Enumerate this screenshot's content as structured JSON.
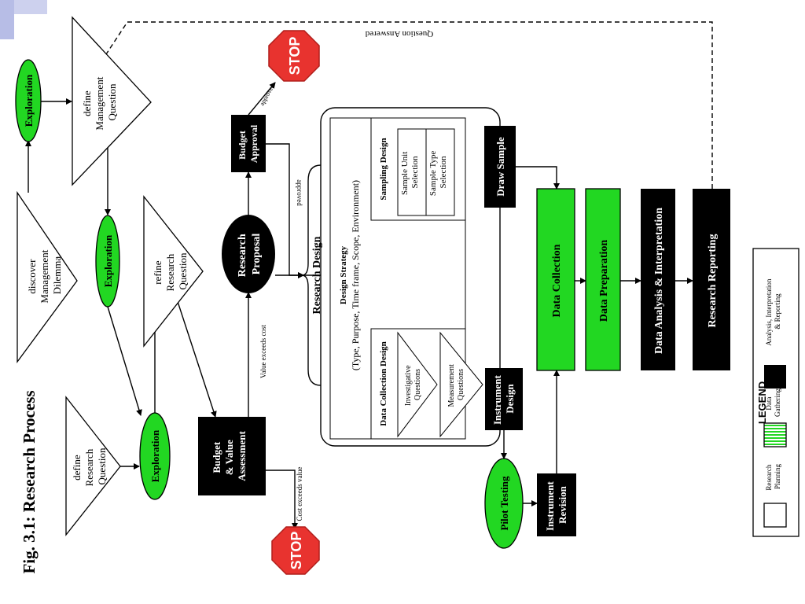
{
  "title": "Fig. 3.1: Research Process",
  "colors": {
    "green": "#22d722",
    "black": "#000000",
    "stop": "#e8332f",
    "deco": "#b7bde6",
    "white": "#ffffff"
  },
  "nodes": {
    "discover_dilemma": [
      "discover",
      "Management",
      "Dilemma"
    ],
    "define_mgmt": [
      "define",
      "Management",
      "Question"
    ],
    "define_research": [
      "define",
      "Research",
      "Question"
    ],
    "refine_research": [
      "refine",
      "Research",
      "Question"
    ],
    "exploration": "Exploration",
    "research_proposal": [
      "Research",
      "Proposal"
    ],
    "budget_approval": [
      "Budget",
      "Approval"
    ],
    "budget_value": [
      "Budget",
      "& Value",
      "Assessment"
    ],
    "stop": "STOP",
    "research_design": "Research Design",
    "design_strategy": "Design Strategy",
    "design_strategy_sub": "(Type, Purpose, Time frame, Scope, Environment)",
    "data_collection_design": "Data Collection Design",
    "investigative": [
      "Investigative",
      "Questions"
    ],
    "measurement": [
      "Measurement",
      "Questions"
    ],
    "instrument_design": [
      "Instrument",
      "Design"
    ],
    "sampling_design": "Sampling Design",
    "sample_unit": [
      "Sample Unit",
      "Selection"
    ],
    "sample_type": [
      "Sample Type",
      "Selection"
    ],
    "draw_sample": "Draw Sample",
    "pilot_testing": "Pilot Testing",
    "instrument_revision": [
      "Instrument",
      "Revision"
    ],
    "data_collection": "Data Collection",
    "data_preparation": "Data Preparation",
    "data_analysis": "Data Analysis & Interpretation",
    "research_reporting": "Research Reporting"
  },
  "edge_labels": {
    "question_answered": "Question Answered",
    "value_exceeds_cost": "Value exceeds cost",
    "cost_exceeds_value": "Cost exceeds value",
    "approved_design": "approved",
    "approved_stop": "approved"
  },
  "legend": {
    "title": "LEGEND",
    "planning": [
      "Research",
      "Planning"
    ],
    "gathering": [
      "Data",
      "Gathering"
    ],
    "analysis": [
      "Analysis, Interpretation",
      "& Reporting"
    ]
  }
}
